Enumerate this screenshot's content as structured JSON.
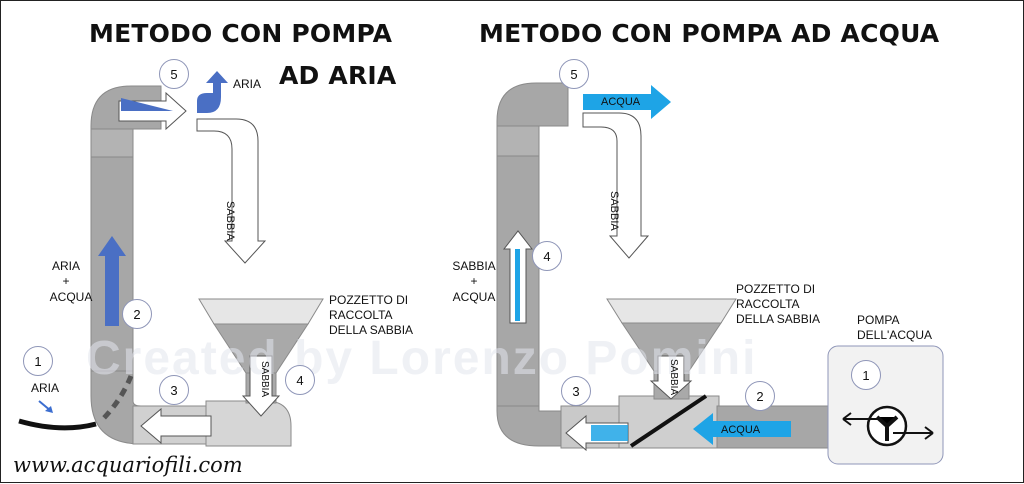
{
  "left": {
    "title_line1": "METODO CON POMPA",
    "title_line2": "AD ARIA",
    "labels": {
      "aria_top": "ARIA",
      "sabbia_fall": "SABBIA",
      "aria_acqua_1": "ARIA",
      "aria_acqua_plus": "+",
      "aria_acqua_2": "ACQUA",
      "pozzetto_1": "POZZETTO DI",
      "pozzetto_2": "RACCOLTA",
      "pozzetto_3": "DELLA SABBIA",
      "sabbia_funnel": "SABBIA",
      "aria_inlet": "ARIA"
    },
    "badges": [
      "5",
      "2",
      "1",
      "3",
      "4"
    ]
  },
  "right": {
    "title": "METODO CON POMPA AD ACQUA",
    "labels": {
      "acqua_top": "ACQUA",
      "sabbia_fall": "SABBIA",
      "sabbia_acqua_1": "SABBIA",
      "sabbia_acqua_plus": "+",
      "sabbia_acqua_2": "ACQUA",
      "pozzetto_1": "POZZETTO DI",
      "pozzetto_2": "RACCOLTA",
      "pozzetto_3": "DELLA SABBIA",
      "pompa_1": "POMPA",
      "pompa_2": "DELL'ACQUA",
      "sabbia_funnel": "SABBIA",
      "acqua_inlet": "ACQUA"
    },
    "badges": [
      "5",
      "4",
      "3",
      "2",
      "1"
    ]
  },
  "watermark": "Created by Lorenzo Pomini",
  "website": "www.acquariofili.com",
  "colors": {
    "pipe": "#a7a7a7",
    "pipe_light": "#cfcfcf",
    "funnel_dark": "#a9a9a9",
    "funnel_light": "#e3e3e3",
    "air_blue": "#4a6fc4",
    "water_blue": "#1ea4e6",
    "badge_border": "#8f96b8"
  }
}
